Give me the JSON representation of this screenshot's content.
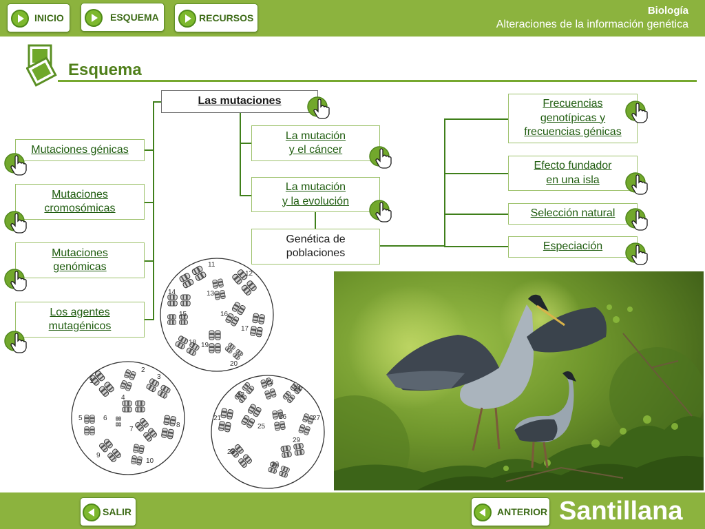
{
  "header": {
    "buttons": [
      {
        "label": "INICIO"
      },
      {
        "label": "ESQUEMA"
      },
      {
        "label": "RECURSOS"
      }
    ],
    "subject": "Biología",
    "topic": "Alteraciones de la información genética"
  },
  "page": {
    "title": "Esquema"
  },
  "scheme": {
    "root": "Las mutaciones",
    "left": [
      {
        "label": "Mutaciones génicas"
      },
      {
        "label": "Mutaciones\ncromosómicas"
      },
      {
        "label": "Mutaciones\ngenómicas"
      },
      {
        "label": "Los agentes\nmutagénicos"
      }
    ],
    "middle": [
      {
        "label": "La mutación\ny el cáncer"
      },
      {
        "label": "La mutación\ny la evolución"
      }
    ],
    "population": "Genética de\npoblaciones",
    "right": [
      {
        "label": "Frecuencias\ngenotípicas y\nfrecuencias génicas"
      },
      {
        "label": "Efecto fundador\nen una isla"
      },
      {
        "label": "Selección natural"
      },
      {
        "label": "Especiación"
      }
    ]
  },
  "karyotype": {
    "numbers": [
      "1",
      "2",
      "3",
      "4",
      "5",
      "6",
      "7",
      "8",
      "9",
      "10",
      "11",
      "12",
      "13",
      "14",
      "15",
      "16",
      "17",
      "18",
      "19",
      "20",
      "21",
      "22",
      "23",
      "24",
      "25",
      "26",
      "27",
      "28",
      "29",
      "30"
    ]
  },
  "footer": {
    "exit_label": "SALIR",
    "prev_label": "ANTERIOR",
    "brand": "Santillana"
  },
  "colors": {
    "brand_green": "#8cb33e",
    "dark_green": "#3f7f1a",
    "link_green": "#1f5c0f"
  }
}
